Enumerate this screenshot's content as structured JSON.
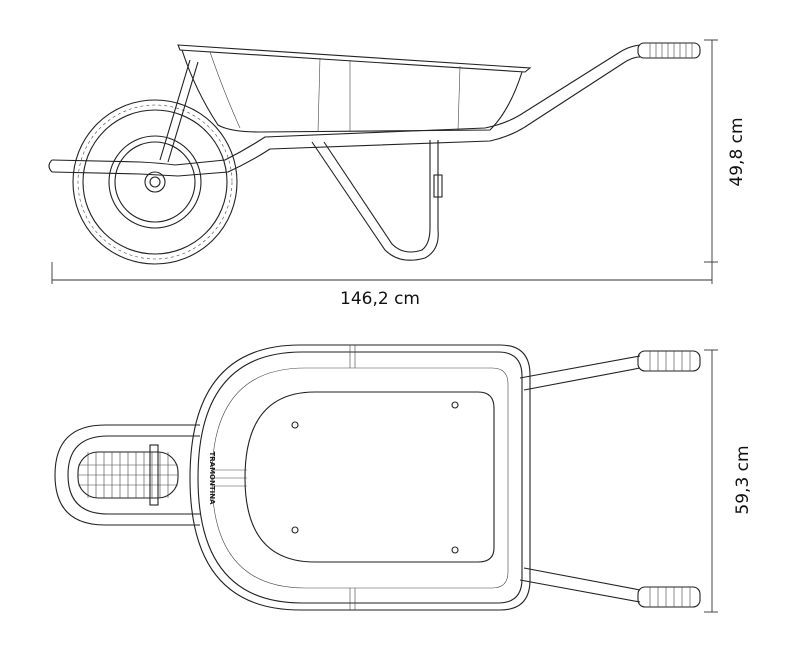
{
  "drawing": {
    "subject": "wheelbarrow",
    "brand_logo": "TRAMONTINA",
    "dimensions": {
      "length": "146,2 cm",
      "height": "49,8 cm",
      "width": "59,3 cm"
    }
  }
}
